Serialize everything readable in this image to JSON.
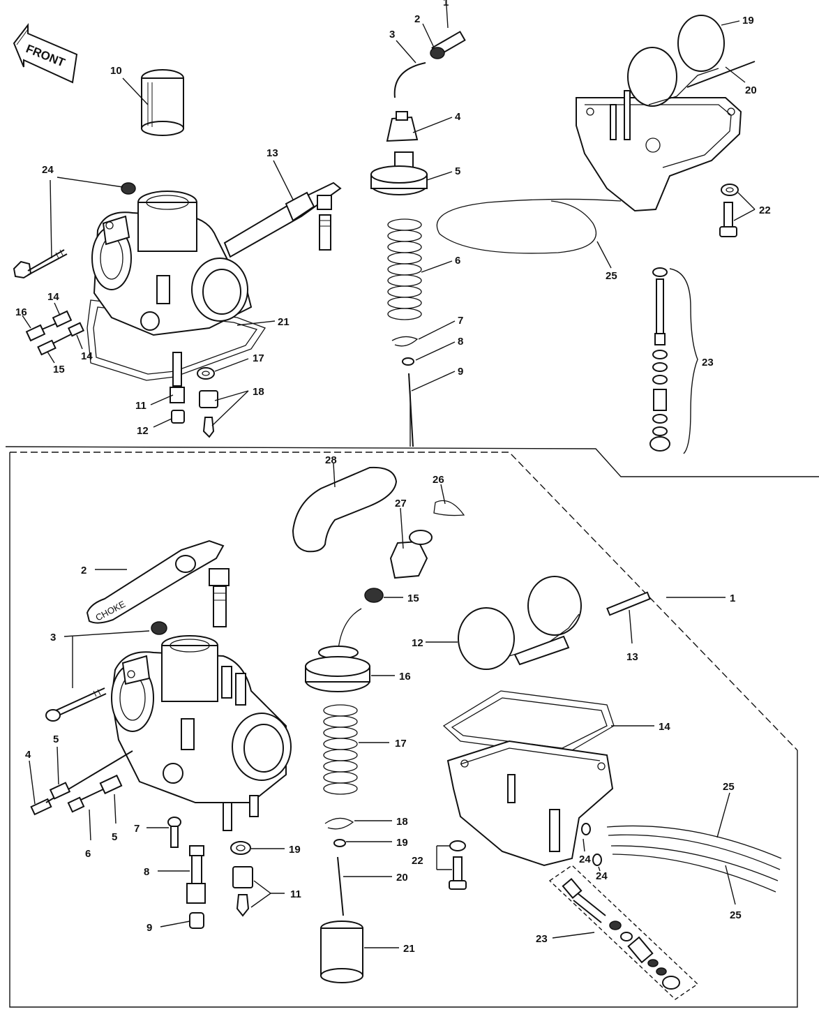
{
  "direction_label": "FRONT",
  "choke_lever_text": "CHOKE",
  "upper_callouts": [
    "1",
    "2",
    "3",
    "4",
    "5",
    "6",
    "7",
    "8",
    "9",
    "10",
    "13",
    "14",
    "14",
    "15",
    "16",
    "17",
    "18",
    "11",
    "12",
    "19",
    "20",
    "21",
    "22",
    "23",
    "24",
    "25"
  ],
  "lower_callouts": [
    "1",
    "2",
    "3",
    "4",
    "5",
    "5",
    "6",
    "7",
    "8",
    "9",
    "11",
    "12",
    "13",
    "14",
    "15",
    "16",
    "17",
    "18",
    "19",
    "19",
    "20",
    "21",
    "22",
    "23",
    "24",
    "24",
    "25",
    "25",
    "26",
    "27",
    "28"
  ]
}
